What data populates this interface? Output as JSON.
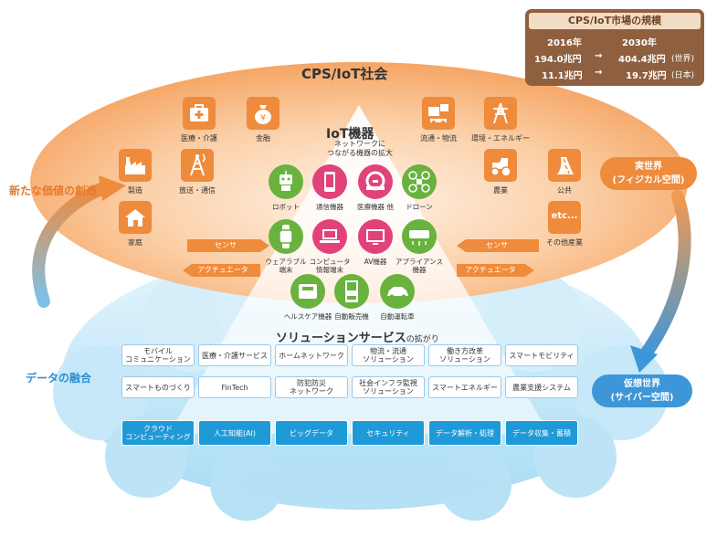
{
  "market": {
    "title": "CPS/IoT市場の規模",
    "year_a": "2016年",
    "year_b": "2030年",
    "world_a": "194.0兆円",
    "world_b": "404.4兆円",
    "world_tag": "(世界)",
    "japan_a": "11.1兆円",
    "japan_b": "19.7兆円",
    "japan_tag": "(日本)",
    "arrow": "→"
  },
  "society_title": "CPS/IoT社会",
  "iot": {
    "title": "IoT機器",
    "subtitle_1": "ネットワークに",
    "subtitle_2": "つながる機器の拡大"
  },
  "left_cycle_top": "新たな価値の創造",
  "left_cycle_bottom": "データの融合",
  "real_world": {
    "line1": "実世界",
    "line2": "(フィジカル空間)"
  },
  "virtual_world": {
    "line1": "仮想世界",
    "line2": "(サイバー空間)"
  },
  "industries": [
    {
      "label": "医療・介護",
      "icon": "medical-case-icon"
    },
    {
      "label": "金融",
      "icon": "money-bag-icon"
    },
    {
      "label": "製造",
      "icon": "factory-icon"
    },
    {
      "label": "放送・通信",
      "icon": "antenna-tower-icon"
    },
    {
      "label": "家庭",
      "icon": "house-icon"
    },
    {
      "label": "流通・物流",
      "icon": "delivery-icon"
    },
    {
      "label": "環境・エネルギー",
      "icon": "power-tower-icon"
    },
    {
      "label": "農業",
      "icon": "tractor-icon"
    },
    {
      "label": "公共",
      "icon": "road-icon"
    },
    {
      "label": "その他産業",
      "icon": "etc-icon",
      "glyph": "etc..."
    }
  ],
  "devices": [
    {
      "label": "ロボット",
      "color": "#6ab23e",
      "icon": "robot-icon"
    },
    {
      "label": "通信機器",
      "color": "#e2427a",
      "icon": "smartphone-icon"
    },
    {
      "label": "医療機器 他",
      "color": "#e2427a",
      "icon": "medical-scanner-icon"
    },
    {
      "label": "ドローン",
      "color": "#6ab23e",
      "icon": "drone-icon"
    },
    {
      "label": "ウェアラブル\n端末",
      "color": "#6ab23e",
      "icon": "smartwatch-icon"
    },
    {
      "label": "コンピュータ\n情報端末",
      "color": "#e2427a",
      "icon": "laptop-icon"
    },
    {
      "label": "AV機器",
      "color": "#e2427a",
      "icon": "tv-icon"
    },
    {
      "label": "アプライアンス\n機器",
      "color": "#6ab23e",
      "icon": "air-conditioner-icon"
    },
    {
      "label": "ヘルスケア機器",
      "color": "#6ab23e",
      "icon": "scale-icon"
    },
    {
      "label": "自動販売機",
      "color": "#6ab23e",
      "icon": "vending-machine-icon"
    },
    {
      "label": "自動運転車",
      "color": "#6ab23e",
      "icon": "car-icon"
    }
  ],
  "sensor_left": "センサ",
  "actuator_left": "アクチュエータ",
  "sensor_right": "センサ",
  "actuator_right": "アクチュエータ",
  "solutions": {
    "title": "ソリューションサービス",
    "title_suffix": "の拡がり",
    "items": [
      "モバイル\nコミュニケーション",
      "医療・介護サービス",
      "ホームネットワーク",
      "物流・流通\nソリューション",
      "働き方改革\nソリューション",
      "スマートモビリティ",
      "スマートものづくり",
      "FinTech",
      "防犯防災\nネットワーク",
      "社会インフラ監視\nソリューション",
      "スマートエネルギー",
      "農業支援システム"
    ]
  },
  "base_tech": [
    "クラウド\nコンピューティング",
    "人工知能(AI)",
    "ビッグデータ",
    "セキュリティ",
    "データ解析・処理",
    "データ収集・蓄積"
  ],
  "colors": {
    "orange": "#ef8b3c",
    "blue": "#3d96d8",
    "green": "#6ab23e",
    "pink": "#e2427a",
    "brown": "#8e6040"
  }
}
